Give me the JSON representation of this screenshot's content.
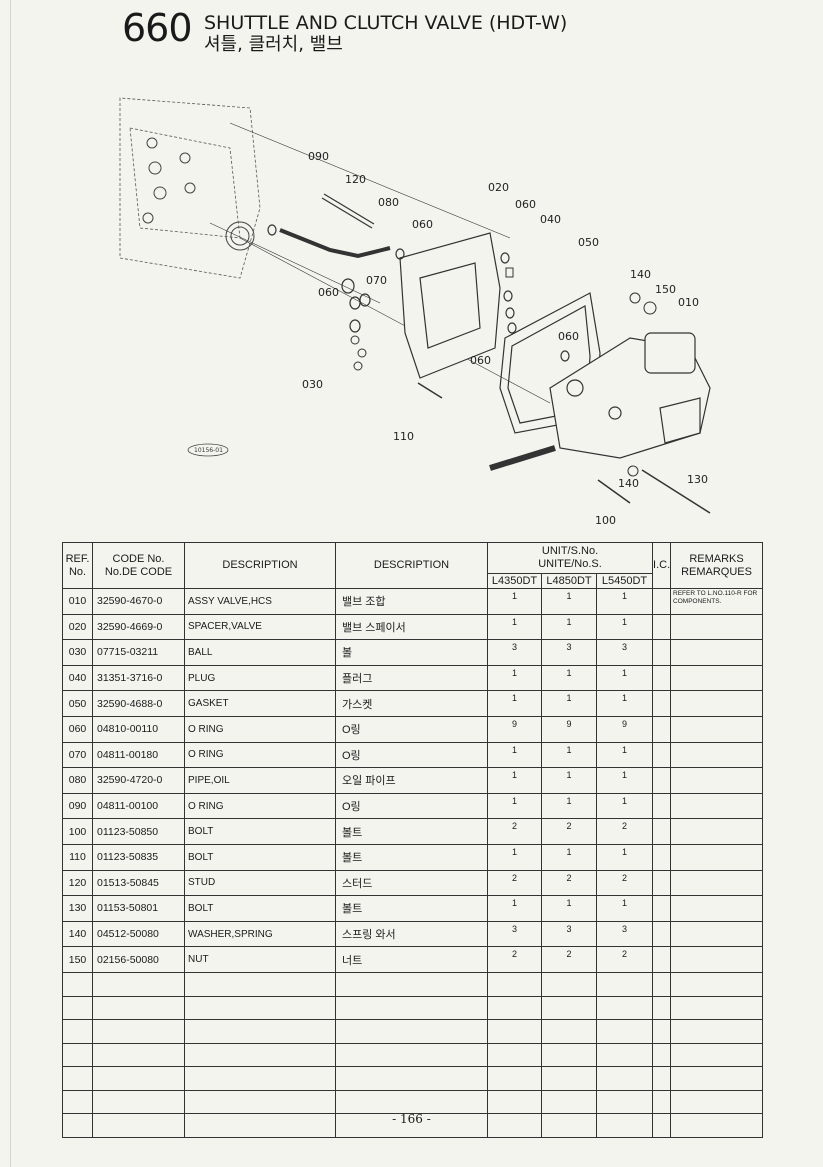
{
  "header": {
    "number": "660",
    "title_en": "SHUTTLE AND CLUTCH VALVE (HDT-W)",
    "title_ko": "셔틀, 클러치, 밸브"
  },
  "diagram": {
    "figure_ref": "10156-01",
    "callouts": [
      "090",
      "120",
      "080",
      "060",
      "020",
      "060",
      "040",
      "050",
      "070",
      "060",
      "140",
      "150",
      "010",
      "060",
      "060",
      "030",
      "110",
      "140",
      "130",
      "100"
    ]
  },
  "table": {
    "headers": {
      "ref_line1": "REF.",
      "ref_line2": "No.",
      "code_line1": "CODE No.",
      "code_line2": "No.DE CODE",
      "description_en": "DESCRIPTION",
      "description_ko": "DESCRIPTION",
      "unit_line1": "UNIT/S.No.",
      "unit_line2": "UNITE/No.S.",
      "models": [
        "L4350DT",
        "L4850DT",
        "L5450DT"
      ],
      "ic": "I.C.",
      "remarks_line1": "REMARKS",
      "remarks_line2": "REMARQUES"
    },
    "rows": [
      {
        "ref": "010",
        "code": "32590-4670-0",
        "desc": "ASSY VALVE,HCS",
        "ko": "밸브 조합",
        "q1": "1",
        "q2": "1",
        "q3": "1",
        "remarks": "REFER TO L.NO.110-R FOR COMPONENTS."
      },
      {
        "ref": "020",
        "code": "32590-4669-0",
        "desc": "SPACER,VALVE",
        "ko": "밸브 스페이서",
        "q1": "1",
        "q2": "1",
        "q3": "1",
        "remarks": ""
      },
      {
        "ref": "030",
        "code": "07715-03211",
        "desc": "BALL",
        "ko": "볼",
        "q1": "3",
        "q2": "3",
        "q3": "3",
        "remarks": ""
      },
      {
        "ref": "040",
        "code": "31351-3716-0",
        "desc": "PLUG",
        "ko": "플러그",
        "q1": "1",
        "q2": "1",
        "q3": "1",
        "remarks": ""
      },
      {
        "ref": "050",
        "code": "32590-4688-0",
        "desc": "GASKET",
        "ko": "가스켓",
        "q1": "1",
        "q2": "1",
        "q3": "1",
        "remarks": ""
      },
      {
        "ref": "060",
        "code": "04810-00110",
        "desc": "O RING",
        "ko": "O링",
        "q1": "9",
        "q2": "9",
        "q3": "9",
        "remarks": ""
      },
      {
        "ref": "070",
        "code": "04811-00180",
        "desc": "O RING",
        "ko": "O링",
        "q1": "1",
        "q2": "1",
        "q3": "1",
        "remarks": ""
      },
      {
        "ref": "080",
        "code": "32590-4720-0",
        "desc": "PIPE,OIL",
        "ko": "오일 파이프",
        "q1": "1",
        "q2": "1",
        "q3": "1",
        "remarks": ""
      },
      {
        "ref": "090",
        "code": "04811-00100",
        "desc": "O RING",
        "ko": "O링",
        "q1": "1",
        "q2": "1",
        "q3": "1",
        "remarks": ""
      },
      {
        "ref": "100",
        "code": "01123-50850",
        "desc": "BOLT",
        "ko": "볼트",
        "q1": "2",
        "q2": "2",
        "q3": "2",
        "remarks": ""
      },
      {
        "ref": "110",
        "code": "01123-50835",
        "desc": "BOLT",
        "ko": "볼트",
        "q1": "1",
        "q2": "1",
        "q3": "1",
        "remarks": ""
      },
      {
        "ref": "120",
        "code": "01513-50845",
        "desc": "STUD",
        "ko": "스터드",
        "q1": "2",
        "q2": "2",
        "q3": "2",
        "remarks": ""
      },
      {
        "ref": "130",
        "code": "01153-50801",
        "desc": "BOLT",
        "ko": "볼트",
        "q1": "1",
        "q2": "1",
        "q3": "1",
        "remarks": ""
      },
      {
        "ref": "140",
        "code": "04512-50080",
        "desc": "WASHER,SPRING",
        "ko": "스프링 와서",
        "q1": "3",
        "q2": "3",
        "q3": "3",
        "remarks": ""
      },
      {
        "ref": "150",
        "code": "02156-50080",
        "desc": "NUT",
        "ko": "너트",
        "q1": "2",
        "q2": "2",
        "q3": "2",
        "remarks": ""
      }
    ],
    "empty_rows": 7
  },
  "footer": {
    "page": "- 166 -"
  }
}
